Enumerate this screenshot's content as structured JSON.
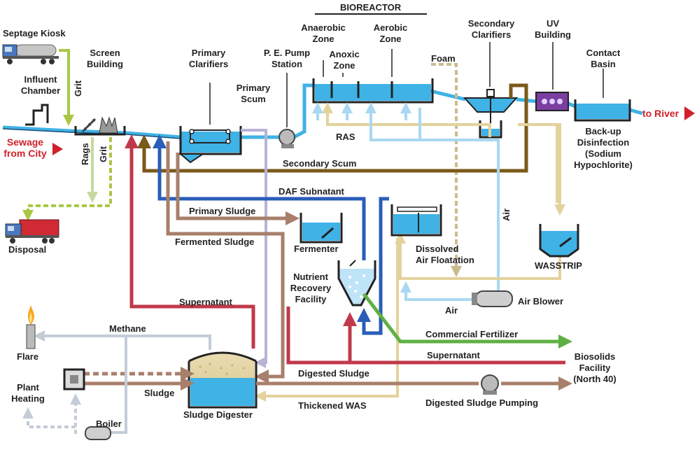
{
  "colors": {
    "water": "#3fb2e6",
    "water_dark": "#1f7fb5",
    "grit": "#a9c744",
    "rags": "#c8d8a0",
    "scum_primary": "#b9b3d6",
    "secondary_scum": "#7a5a1a",
    "ras": "#e3d29c",
    "air": "#a9d8f2",
    "daf": "#2a5db8",
    "primary_sludge": "#a87f6b",
    "supernatant": "#c0394a",
    "fertilizer": "#5fb043",
    "methane": "#c4ccd8",
    "foam": "#c8bc8f",
    "uv": "#7a3fa0",
    "arrow_red": "#d0202a"
  },
  "title": "BIOREACTOR",
  "labels": {
    "septage_kiosk": "Septage Kiosk",
    "influent_chamber_1": "Influent",
    "influent_chamber_2": "Chamber",
    "grit_top": "Grit",
    "screen_building_1": "Screen",
    "screen_building_2": "Building",
    "rags": "Rags",
    "grit_mid": "Grit",
    "sewage_1": "Sewage",
    "sewage_2": "from City",
    "disposal": "Disposal",
    "primary_clarifiers_1": "Primary",
    "primary_clarifiers_2": "Clarifiers",
    "primary_scum_1": "Primary",
    "primary_scum_2": "Scum",
    "pe_pump_1": "P. E. Pump",
    "pe_pump_2": "Station",
    "anaerobic_1": "Anaerobic",
    "anaerobic_2": "Zone",
    "anoxic_1": "Anoxic",
    "anoxic_2": "Zone",
    "aerobic_1": "Aerobic",
    "aerobic_2": "Zone",
    "foam": "Foam",
    "secondary_clarifiers_1": "Secondary",
    "secondary_clarifiers_2": "Clarifiers",
    "uv_1": "UV",
    "uv_2": "Building",
    "contact_1": "Contact",
    "contact_2": "Basin",
    "to_river": "to River",
    "backup_1": "Back-up",
    "backup_2": "Disinfection",
    "backup_3": "(Sodium",
    "backup_4": "Hypochlorite)",
    "ras": "RAS",
    "secondary_scum": "Secondary  Scum",
    "daf_subnatant": "DAF Subnatant",
    "primary_sludge": "Primary Sludge",
    "fermented_sludge": "Fermented Sludge",
    "fermenter": "Fermenter",
    "dissolved_1": "Dissolved",
    "dissolved_2": "Air Floatation",
    "air_vertical": "Air",
    "wasstrip": "WASSTRIP",
    "nutrient_1": "Nutrient",
    "nutrient_2": "Recovery",
    "nutrient_3": "Facility",
    "supernatant_top": "Supernatant",
    "air_lower": "Air",
    "air_blower": "Air Blower",
    "methane": "Methane",
    "commercial_fertilizer": "Commercial Fertilizer",
    "flare": "Flare",
    "supernatant_lower": "Supernatant",
    "biosolids_1": "Biosolids",
    "biosolids_2": "Facility",
    "biosolids_3": "(North 40)",
    "plant_heating_1": "Plant",
    "plant_heating_2": "Heating",
    "sludge": "Sludge",
    "digested_sludge": "Digested Sludge",
    "sludge_digester": "Sludge Digester",
    "digested_sludge_pumping": "Digested Sludge Pumping",
    "boiler": "Boiler",
    "thickened_was": "Thickened WAS"
  }
}
